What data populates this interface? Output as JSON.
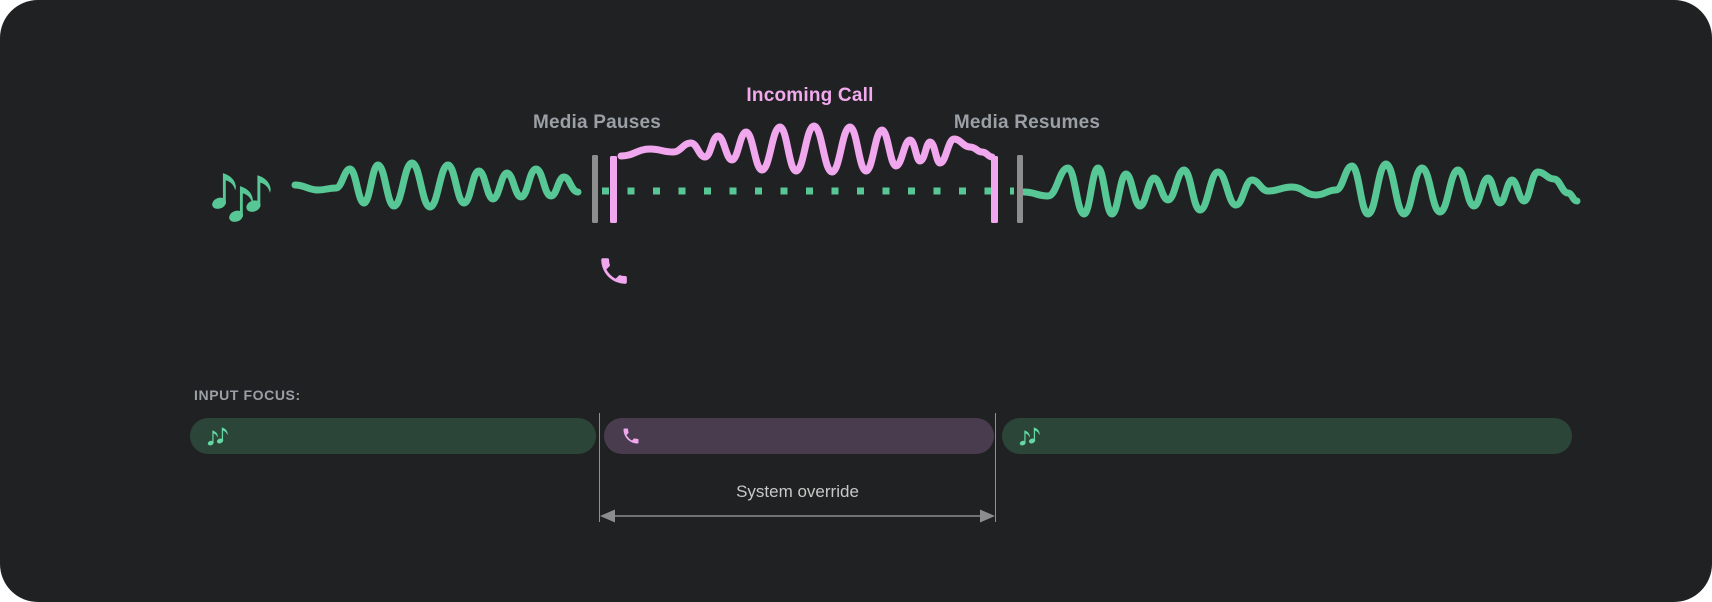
{
  "diagram": {
    "media_pauses_label": "Media Pauses",
    "incoming_call_label": "Incoming Call",
    "media_resumes_label": "Media Resumes",
    "icons": {
      "media_source": "music-notes-icon",
      "call_source": "phone-icon"
    }
  },
  "input_focus": {
    "label": "INPUT FOCUS:",
    "annotation": "System override",
    "segments": [
      {
        "id": "media-before",
        "icon": "music-notes-icon",
        "state": "media has input focus"
      },
      {
        "id": "call",
        "icon": "phone-icon",
        "state": "call overrides input focus"
      },
      {
        "id": "media-after",
        "icon": "music-notes-icon",
        "state": "media regains input focus"
      }
    ]
  },
  "colors": {
    "page_background": "#ffffff",
    "card_background": "#202122",
    "media_green": "#57c795",
    "focus_pill_green": "#2b4538",
    "call_pink": "#f0a7ed",
    "focus_pill_purple": "#4a3c4f",
    "label_gray": "#9aa0a6",
    "marker_gray": "#8e8e8e",
    "annotation_gray": "#c6c9c7"
  }
}
